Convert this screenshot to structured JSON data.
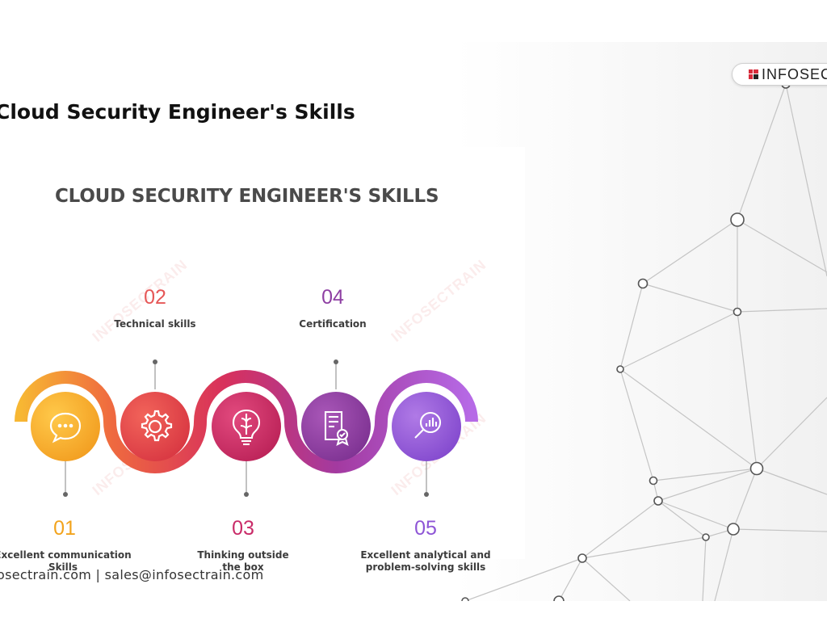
{
  "slide": {
    "title": "Cloud Security Engineer's Skills",
    "logo_text": "INFOSECT",
    "footer": "osectrain.com | sales@infosectrain.com"
  },
  "infographic": {
    "title": "CLOUD SECURITY ENGINEER'S SKILLS",
    "watermark": "INFOSECTRAIN",
    "steps": [
      {
        "number": "01",
        "label": "Excellent communication Skills",
        "icon": "chat-bubble-icon",
        "color": "#f5a623"
      },
      {
        "number": "02",
        "label": "Technical skills",
        "icon": "gear-icon",
        "color": "#e64a4a"
      },
      {
        "number": "03",
        "label": "Thinking outside the box",
        "icon": "lightbulb-brain-icon",
        "color": "#c92b68"
      },
      {
        "number": "04",
        "label": "Certification",
        "icon": "certificate-icon",
        "color": "#8e3fa3"
      },
      {
        "number": "05",
        "label": "Excellent analytical and problem-solving skills",
        "icon": "magnifier-chart-icon",
        "color": "#8e55d6"
      }
    ]
  }
}
